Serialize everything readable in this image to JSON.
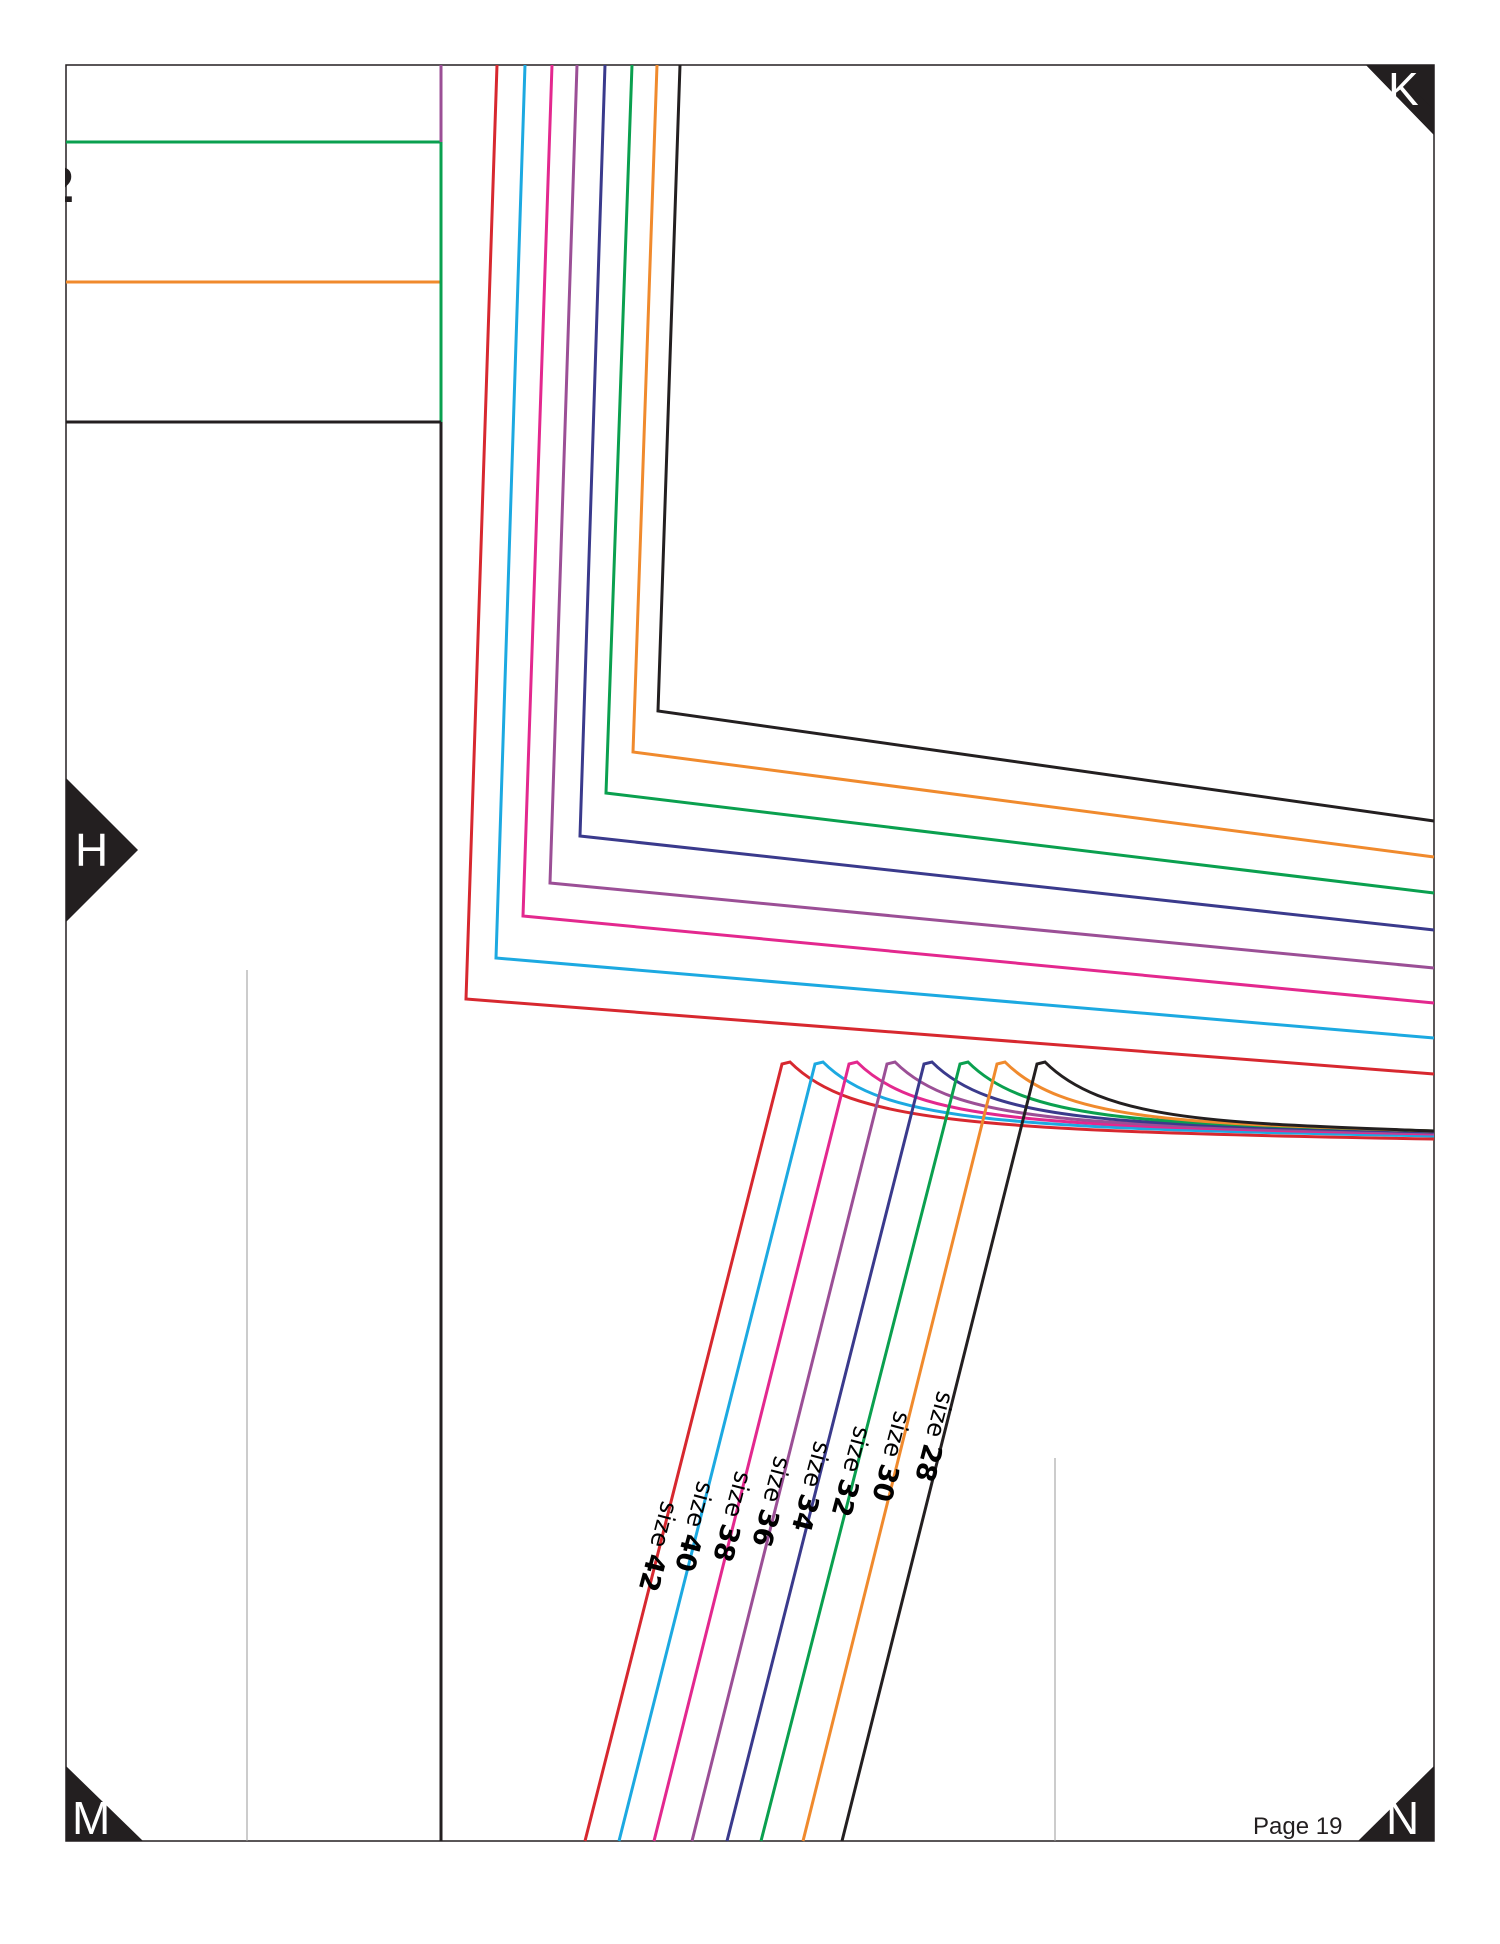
{
  "page": {
    "page_number_label": "Page 19"
  },
  "markers": {
    "top_right": "K",
    "left_mid": "H",
    "bottom_left": "M",
    "bottom_right": "N"
  },
  "partial_glyph": "2",
  "sizes": [
    {
      "prefix": "size ",
      "number": "42",
      "color": "#d7282f"
    },
    {
      "prefix": "size ",
      "number": "40",
      "color": "#1ca9e1"
    },
    {
      "prefix": "size ",
      "number": "38",
      "color": "#e3288e"
    },
    {
      "prefix": "size ",
      "number": "36",
      "color": "#9b4f96"
    },
    {
      "prefix": "size ",
      "number": "34",
      "color": "#3a3a8c"
    },
    {
      "prefix": "size ",
      "number": "32",
      "color": "#0aa04f"
    },
    {
      "prefix": "size ",
      "number": "30",
      "color": "#f08a2d"
    },
    {
      "prefix": "size ",
      "number": "28",
      "color": "#231f20"
    }
  ]
}
